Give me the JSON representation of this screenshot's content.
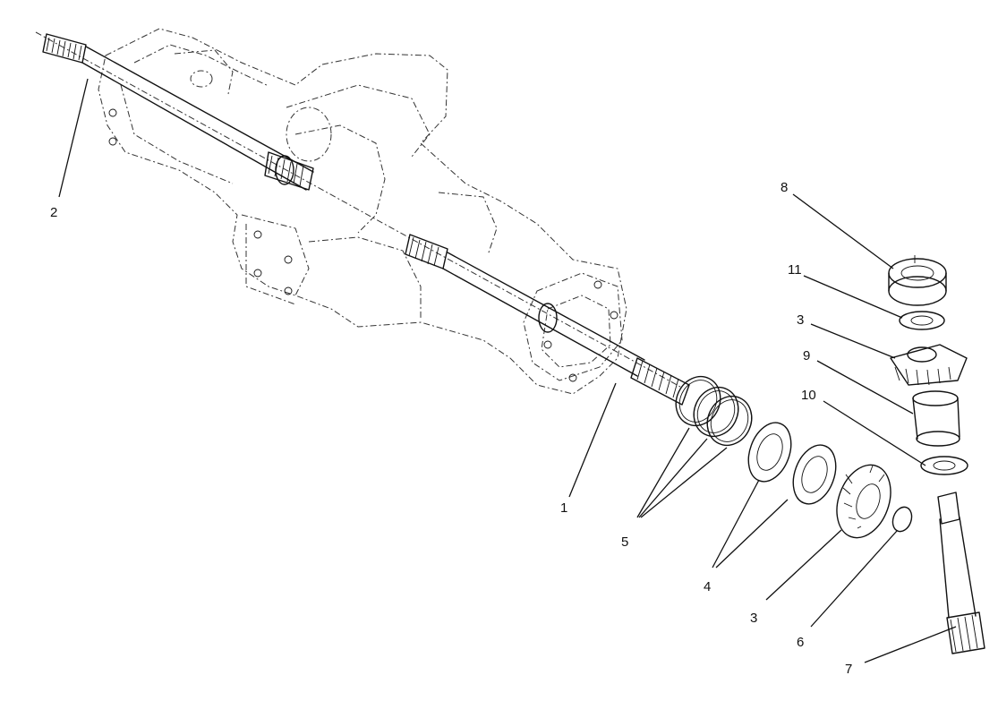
{
  "diagram": {
    "type": "exploded parts drawing",
    "callouts": {
      "c1": "1",
      "c2": "2",
      "c3a": "3",
      "c3b": "3",
      "c4": "4",
      "c5": "5",
      "c6": "6",
      "c7": "7",
      "c8": "8",
      "c9": "9",
      "c10": "10",
      "c11": "11"
    },
    "colors": {
      "ink": "#111111",
      "background": "#ffffff"
    }
  }
}
